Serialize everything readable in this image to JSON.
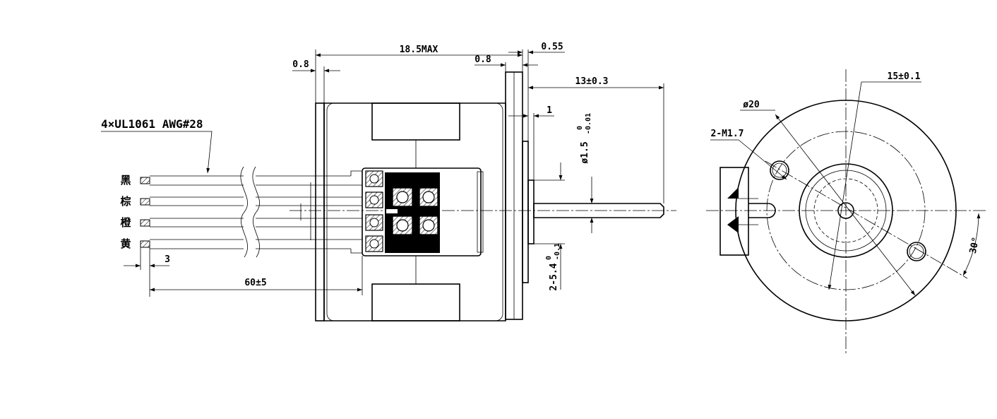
{
  "drawing": {
    "dimensions": {
      "overall_length": "18.5MAX",
      "flange_thickness": "0.8",
      "end_cap": "0.8",
      "boss_height": "0.55",
      "shaft_length": "13±0.3",
      "boss_step": "1",
      "shaft_diameter": "ø1.5",
      "shaft_diameter_tol_upper": "0",
      "shaft_diameter_tol_lower": "-0.01",
      "boss_diameter": "2-5.4",
      "boss_diameter_tol_upper": "0",
      "boss_diameter_tol_lower": "-0.1",
      "strip_length": "3",
      "lead_length": "60±5",
      "mount_pitch": "15±0.1",
      "flange_diameter": "ø20",
      "mount_holes": "2-M1.7",
      "hole_angle": "30°"
    },
    "wires": {
      "spec": "4×UL1061 AWG#28",
      "colors": [
        "黑",
        "棕",
        "橙",
        "黄"
      ]
    }
  }
}
